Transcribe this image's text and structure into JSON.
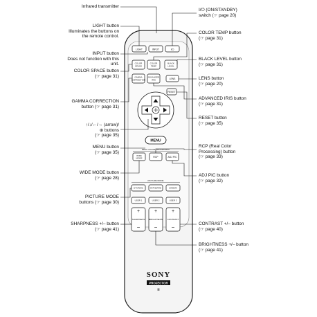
{
  "callouts_left": [
    {
      "key": "infrared",
      "lines": [
        "Infrared transmitter"
      ]
    },
    {
      "key": "light",
      "lines": [
        "LIGHT button",
        "Illuminates the buttons on",
        "the remote control."
      ]
    },
    {
      "key": "input",
      "lines": [
        "INPUT button",
        "Does not function with this",
        "unit."
      ]
    },
    {
      "key": "color_space",
      "lines": [
        "COLOR SPACE button",
        "(☞ page 31)"
      ]
    },
    {
      "key": "gamma",
      "lines": [
        "GAMMA CORRECTION",
        "button (☞ page 31)"
      ]
    },
    {
      "key": "arrow",
      "lines": [
        "↑/↓/←/→ (arrow)/",
        "⊕ buttons",
        "(☞ page 35)"
      ]
    },
    {
      "key": "menu",
      "lines": [
        "MENU button",
        "(☞ page 35)"
      ]
    },
    {
      "key": "wide",
      "lines": [
        "WIDE MODE button",
        "(☞ page 28)"
      ]
    },
    {
      "key": "picture",
      "lines": [
        "PICTURE MODE",
        "buttons (☞ page 30)"
      ]
    },
    {
      "key": "sharpness",
      "lines": [
        "SHARPNESS +/– button",
        "(☞ page 41)"
      ]
    }
  ],
  "callouts_right": [
    {
      "key": "power",
      "lines": [
        "I/⏻ (ON/STANDBY)",
        "switch (☞ page 20)"
      ]
    },
    {
      "key": "color_temp",
      "lines": [
        "COLOR TEMP button",
        "(☞ page 31)"
      ]
    },
    {
      "key": "black",
      "lines": [
        "BLACK LEVEL button",
        "(☞ page 31)"
      ]
    },
    {
      "key": "lens",
      "lines": [
        "LENS button",
        "(☞ page 20)"
      ]
    },
    {
      "key": "iris",
      "lines": [
        "ADVANCED IRIS button",
        "(☞ page 31)"
      ]
    },
    {
      "key": "reset",
      "lines": [
        "RESET button",
        "(☞ page 35)"
      ]
    },
    {
      "key": "rcp",
      "lines": [
        "RCP (Real Color",
        "Processing) button",
        "(☞ page 33)"
      ]
    },
    {
      "key": "adj",
      "lines": [
        "ADJ PIC button",
        "(☞ page 32)"
      ]
    },
    {
      "key": "contrast",
      "lines": [
        "CONTRAST +/– button",
        "(☞ page 40)"
      ]
    },
    {
      "key": "brightness",
      "lines": [
        "BRIGHTNESS +/– button",
        "(☞ page 41)"
      ]
    }
  ],
  "remote": {
    "top_buttons": [
      "LIGHT",
      "INPUT",
      "I/⏻"
    ],
    "row2": [
      "COLOR SPACE",
      "COLOR TEMP",
      "BLACK LEVEL"
    ],
    "row3": [
      "GAMMA CORRECTION",
      "ADVANCED IRIS",
      "LENS"
    ],
    "reset": "RESET",
    "menu": "MENU",
    "rcp_header": "REAL COLOR PROCESSING",
    "rcp_buttons": [
      "WIDE MODE",
      "RCP",
      "ADJ PIC"
    ],
    "picture_header": "PICTURE MODE",
    "picture_row1": [
      "DYNAMIC",
      "STANDARD",
      "CINEMA"
    ],
    "picture_row2": [
      "USER 1",
      "USER 2",
      "USER 3"
    ],
    "adjust_buttons": [
      "SHARPNESS",
      "BRIGHTNESS",
      "CONTRAST"
    ],
    "plus": "+",
    "minus": "−",
    "brand": "SONY",
    "product": "PROJECTOR",
    "product_sub": "Ⅲ"
  }
}
